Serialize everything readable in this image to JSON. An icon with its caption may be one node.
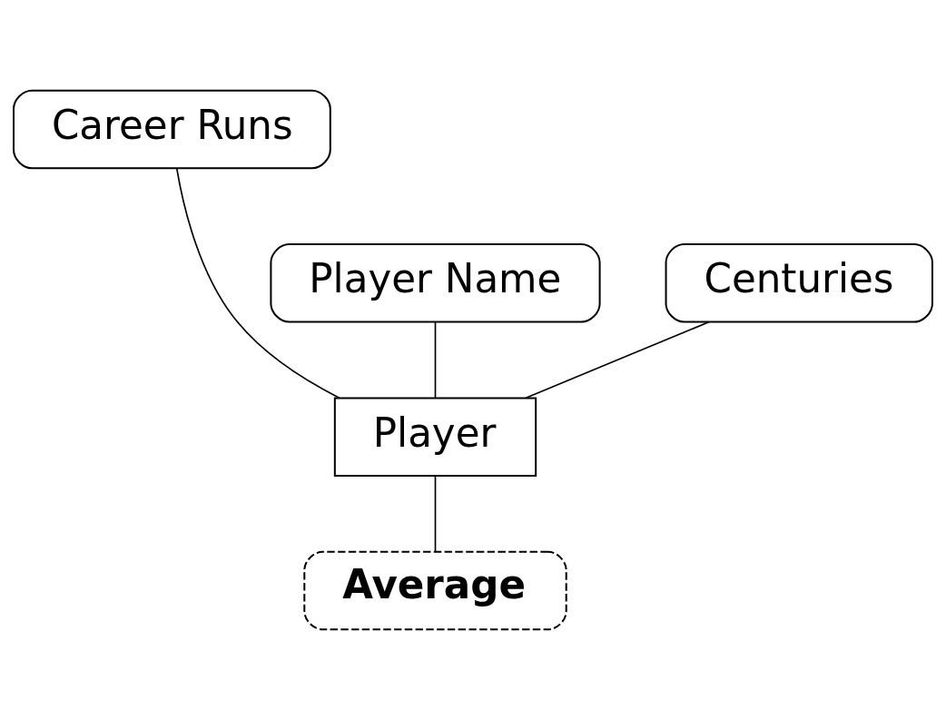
{
  "diagram": {
    "nodes": [
      {
        "text": [
          "Career Runs"
        ]
      },
      {
        "text": [
          "Player Name"
        ]
      },
      {
        "text": [
          "Centuries"
        ]
      },
      {
        "text": [
          "Player"
        ]
      },
      {
        "text": [
          "Average"
        ]
      }
    ],
    "edges": [
      {
        "from": 1,
        "to": 3,
        "arrow": "none"
      },
      {
        "from": 0,
        "to": 3,
        "arrow": "none"
      },
      {
        "from": 2,
        "to": 3,
        "arrow": "none"
      },
      {
        "from": 3,
        "to": 4,
        "arrow": "none"
      }
    ]
  }
}
